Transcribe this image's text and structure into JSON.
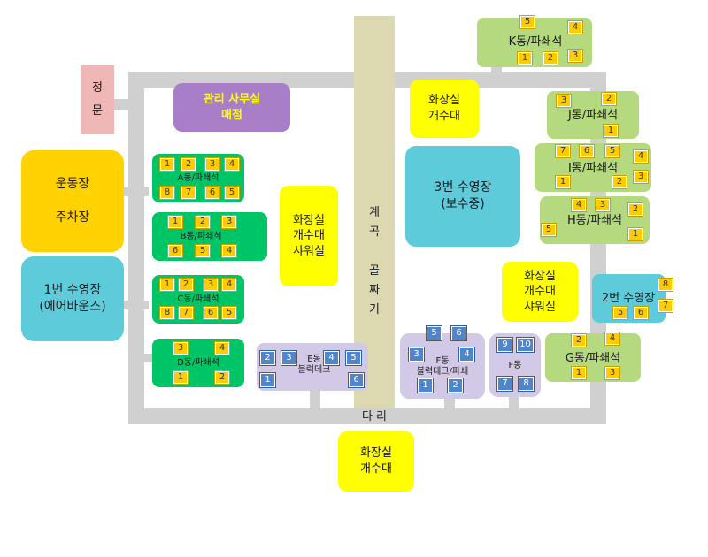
{
  "map": {
    "main_gate": "정\n문",
    "office": "관리 사무실\n매점",
    "sports_parking": "운동장\n\n주차장",
    "pool1": "1번 수영장\n(에어바운스)",
    "pool2": "2번 수영장",
    "pool3": "3번 수영장\n(보수중)",
    "stream": "계\n곡\n\n골\n짜\n기",
    "bridge": "다 리",
    "restroom_top": "화장실\n개수대",
    "restroom_shower_mid": "화장실\n개수대\n샤워실",
    "restroom_shower_right": "화장실\n개수대\n샤워실",
    "restroom_bottom": "화장실\n개수대"
  },
  "zones": {
    "A": {
      "label": "A동/파쇄석",
      "sites": [
        "1",
        "2",
        "3",
        "4",
        "8",
        "7",
        "6",
        "5"
      ]
    },
    "B": {
      "label": "B동/파쇄석",
      "sites": [
        "1",
        "2",
        "3",
        "6",
        "5",
        "4"
      ]
    },
    "C": {
      "label": "C동/파쇄석",
      "sites": [
        "1",
        "2",
        "3",
        "4",
        "8",
        "7",
        "6",
        "5"
      ]
    },
    "D": {
      "label": "D동/파쇄석",
      "sites": [
        "3",
        "4",
        "1",
        "2"
      ]
    },
    "E": {
      "label": "E동\n블럭데크",
      "sites": [
        "2",
        "3",
        "4",
        "5",
        "1",
        "6"
      ]
    },
    "F_deck": {
      "label": "F동\n블럭데크/파쇄",
      "sites": [
        "5",
        "6",
        "3",
        "4",
        "1",
        "2"
      ]
    },
    "F": {
      "label": "F동",
      "sites": [
        "9",
        "10",
        "7",
        "8"
      ]
    },
    "G": {
      "label": "G동/파쇄석",
      "sites": [
        "2",
        "4",
        "1",
        "3"
      ]
    },
    "H": {
      "label": "H동/파쇄석",
      "sites": [
        "4",
        "3",
        "2",
        "5",
        "1"
      ]
    },
    "I": {
      "label": "I동/파쇄석",
      "sites": [
        "7",
        "6",
        "5",
        "4",
        "1",
        "2",
        "3"
      ]
    },
    "J": {
      "label": "J동/파쇄석",
      "sites": [
        "3",
        "2",
        "1"
      ]
    },
    "K": {
      "label": "K동/파쇄석",
      "sites": [
        "5",
        "4",
        "1",
        "2",
        "3"
      ]
    },
    "pool2": {
      "sites": [
        "8",
        "5",
        "6",
        "7"
      ]
    }
  },
  "colors": {
    "gravel_green": "#00c566",
    "light_green": "#b5d97e",
    "deck_lavender": "#d2c9e6",
    "pool_blue": "#5ecbdb",
    "restroom_yellow": "#ffff00",
    "site_yellow": "#ffcc00",
    "site_blue": "#4f86cb",
    "road_gray": "#d0d0d0"
  }
}
